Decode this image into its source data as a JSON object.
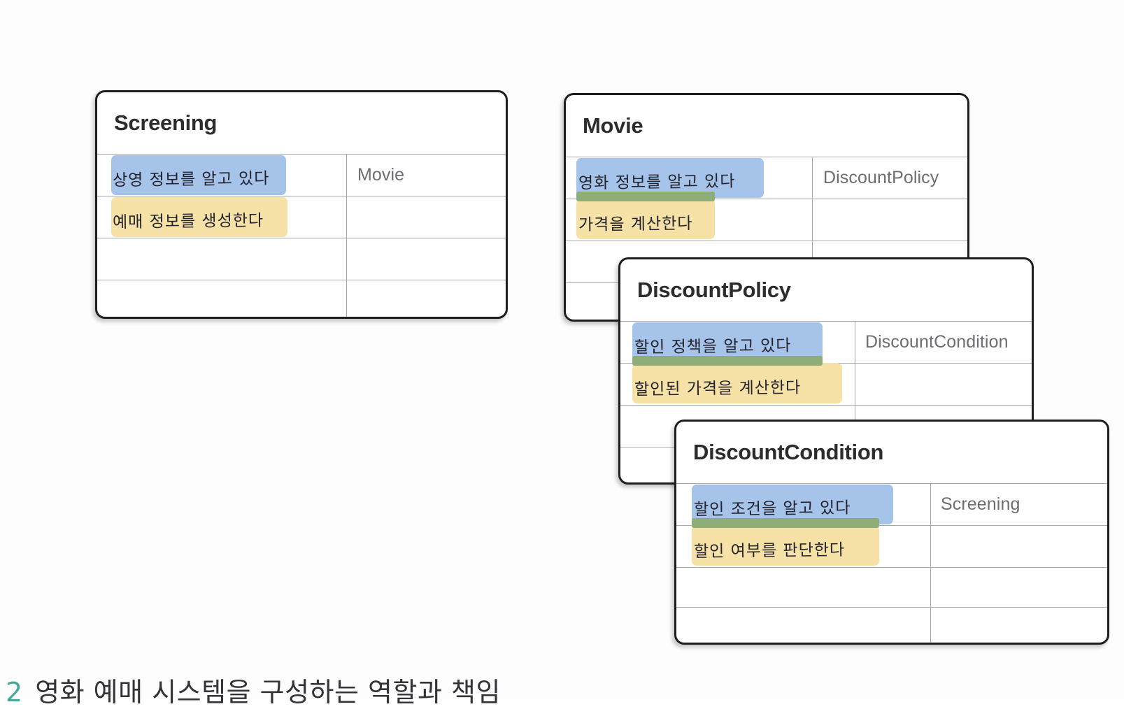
{
  "page": {
    "background_color": "#fdfdfd",
    "card_border_color": "#1e1e1e",
    "grid_line_color": "#a6a6aa",
    "title_color": "#2c2c2c",
    "collaborator_color": "#6e6e72",
    "handwriting_color": "#23232e",
    "highlight_blue": "#a6c3ea",
    "highlight_yellow": "#f6e2a6",
    "highlight_green": "#8fae77",
    "accent_teal": "#4aa89a"
  },
  "cards": [
    {
      "id": "screening",
      "title": "Screening",
      "responsibilities": [
        {
          "text": "상영 정보를 알고 있다",
          "highlight": "blue"
        },
        {
          "text": "예매 정보를 생성한다",
          "highlight": "yellow"
        }
      ],
      "collaborators": [
        "Movie"
      ],
      "row_count": 4
    },
    {
      "id": "movie",
      "title": "Movie",
      "responsibilities": [
        {
          "text": "영화 정보를 알고 있다",
          "highlight": "blue"
        },
        {
          "text": "가격을 계산한다",
          "highlight": "yellow"
        }
      ],
      "collaborators": [
        "DiscountPolicy"
      ],
      "row_count": 4
    },
    {
      "id": "discount-policy",
      "title": "DiscountPolicy",
      "responsibilities": [
        {
          "text": "할인 정책을 알고 있다",
          "highlight": "blue"
        },
        {
          "text": "할인된 가격을 계산한다",
          "highlight": "yellow"
        }
      ],
      "collaborators": [
        "DiscountCondition"
      ],
      "row_count": 4
    },
    {
      "id": "discount-condition",
      "title": "DiscountCondition",
      "responsibilities": [
        {
          "text": "할인 조건을 알고 있다",
          "highlight": "blue"
        },
        {
          "text": "할인 여부를 판단한다",
          "highlight": "yellow"
        }
      ],
      "collaborators": [
        "Screening"
      ],
      "row_count": 4
    }
  ],
  "caption": {
    "number": "2",
    "text": "영화 예매 시스템을 구성하는 역할과 책임"
  }
}
